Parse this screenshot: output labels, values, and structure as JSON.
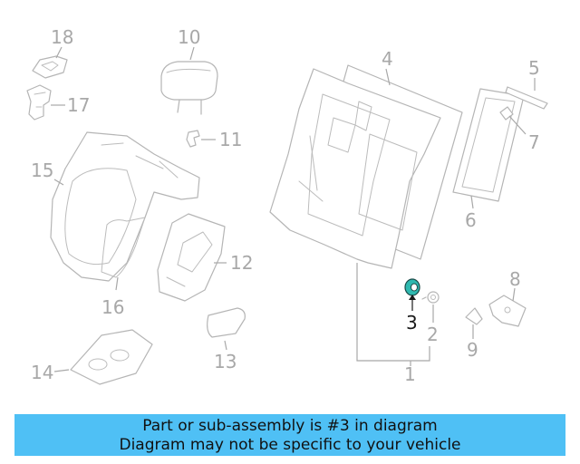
{
  "diagram": {
    "highlight_color": "#2fb9b0",
    "highlighted_part": "3",
    "callouts": [
      "1",
      "2",
      "3",
      "4",
      "5",
      "6",
      "7",
      "8",
      "9",
      "10",
      "11",
      "12",
      "13",
      "14",
      "15",
      "16",
      "17",
      "18"
    ]
  },
  "banner": {
    "line1": "Part or sub-assembly is #3 in diagram",
    "line2": "Diagram may not be specific to your vehicle",
    "background_color": "#4fc0f5"
  }
}
